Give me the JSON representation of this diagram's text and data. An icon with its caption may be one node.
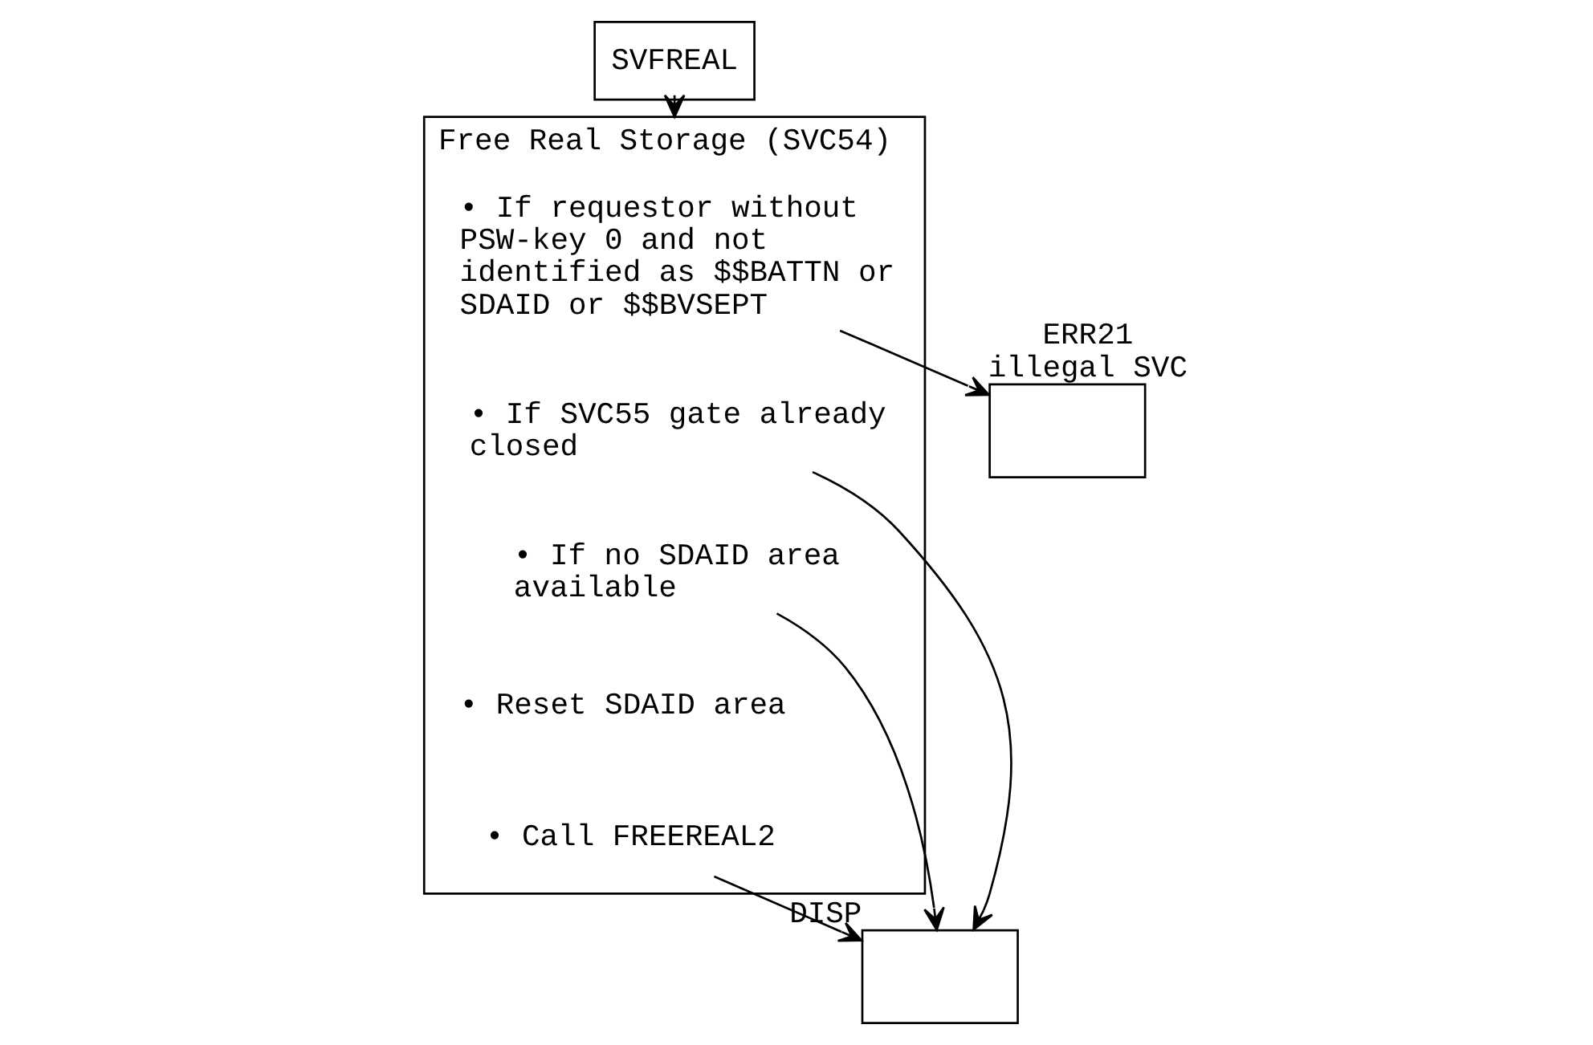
{
  "diagram": {
    "nodes": [
      {
        "text": [
          "SVFREAL"
        ]
      },
      {
        "text": [
          "Free Real Storage (SVC54)"
        ]
      },
      {
        "text": [
          "• If requestor without PSW-key 0 and not identified as $$BATTN or SDAID or $$BVSEPT"
        ],
        "in": 1
      },
      {
        "text": [
          "• If SVC55 gate already closed"
        ],
        "in": 1
      },
      {
        "text": [
          "• If no SDAID area available"
        ],
        "in": 1
      },
      {
        "text": [
          "• Reset SDAID area"
        ],
        "in": 1
      },
      {
        "text": [
          "• Call FREEREAL2"
        ],
        "in": 1
      },
      {
        "text": [],
        "shape": "box",
        "beside": [
          "ERR21",
          "illegal SVC"
        ]
      },
      {
        "text": [],
        "shape": "box",
        "beside": [
          "DISP"
        ]
      }
    ],
    "edges": [
      {
        "from": 0,
        "to": 1,
        "arrow": "to"
      },
      {
        "from": 2,
        "to": 7,
        "arrow": "to"
      },
      {
        "from": 3,
        "to": 8,
        "arrow": "to"
      },
      {
        "from": 4,
        "to": 8,
        "arrow": "to"
      },
      {
        "from": 6,
        "to": 8,
        "arrow": "to"
      }
    ]
  }
}
